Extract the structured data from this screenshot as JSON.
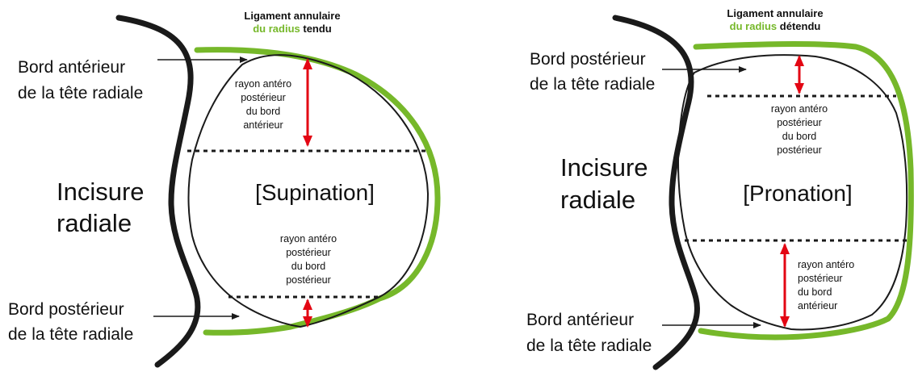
{
  "colors": {
    "ligament": "#76b82a",
    "arrow": "#e30613",
    "bone": "#1a1a1a",
    "text": "#111111"
  },
  "panels": [
    {
      "ligament_line1": "Ligament annulaire",
      "ligament_line2_prefix": "du radius ",
      "ligament_state": "tendu",
      "top_border_line1": "Bord antérieur",
      "top_border_line2": "de la tête radiale",
      "bottom_border_line1": "Bord postérieur",
      "bottom_border_line2": "de la tête radiale",
      "notch_line1": "Incisure",
      "notch_line2": "radiale",
      "position_label": "[Supination]",
      "upper_radius": [
        "rayon antéro",
        "postérieur",
        "du bord",
        "antérieur"
      ],
      "lower_radius": [
        "rayon antéro",
        "postérieur",
        "du bord",
        "postérieur"
      ]
    },
    {
      "ligament_line1": "Ligament annulaire",
      "ligament_line2_prefix": "du radius ",
      "ligament_state": "détendu",
      "top_border_line1": "Bord postérieur",
      "top_border_line2": "de la tête radiale",
      "bottom_border_line1": "Bord antérieur",
      "bottom_border_line2": "de la tête radiale",
      "notch_line1": "Incisure",
      "notch_line2": "radiale",
      "position_label": "[Pronation]",
      "upper_radius": [
        "rayon antéro",
        "postérieur",
        "du bord",
        "postérieur"
      ],
      "lower_radius": [
        "rayon antéro",
        "postérieur",
        "du bord",
        "antérieur"
      ]
    }
  ]
}
